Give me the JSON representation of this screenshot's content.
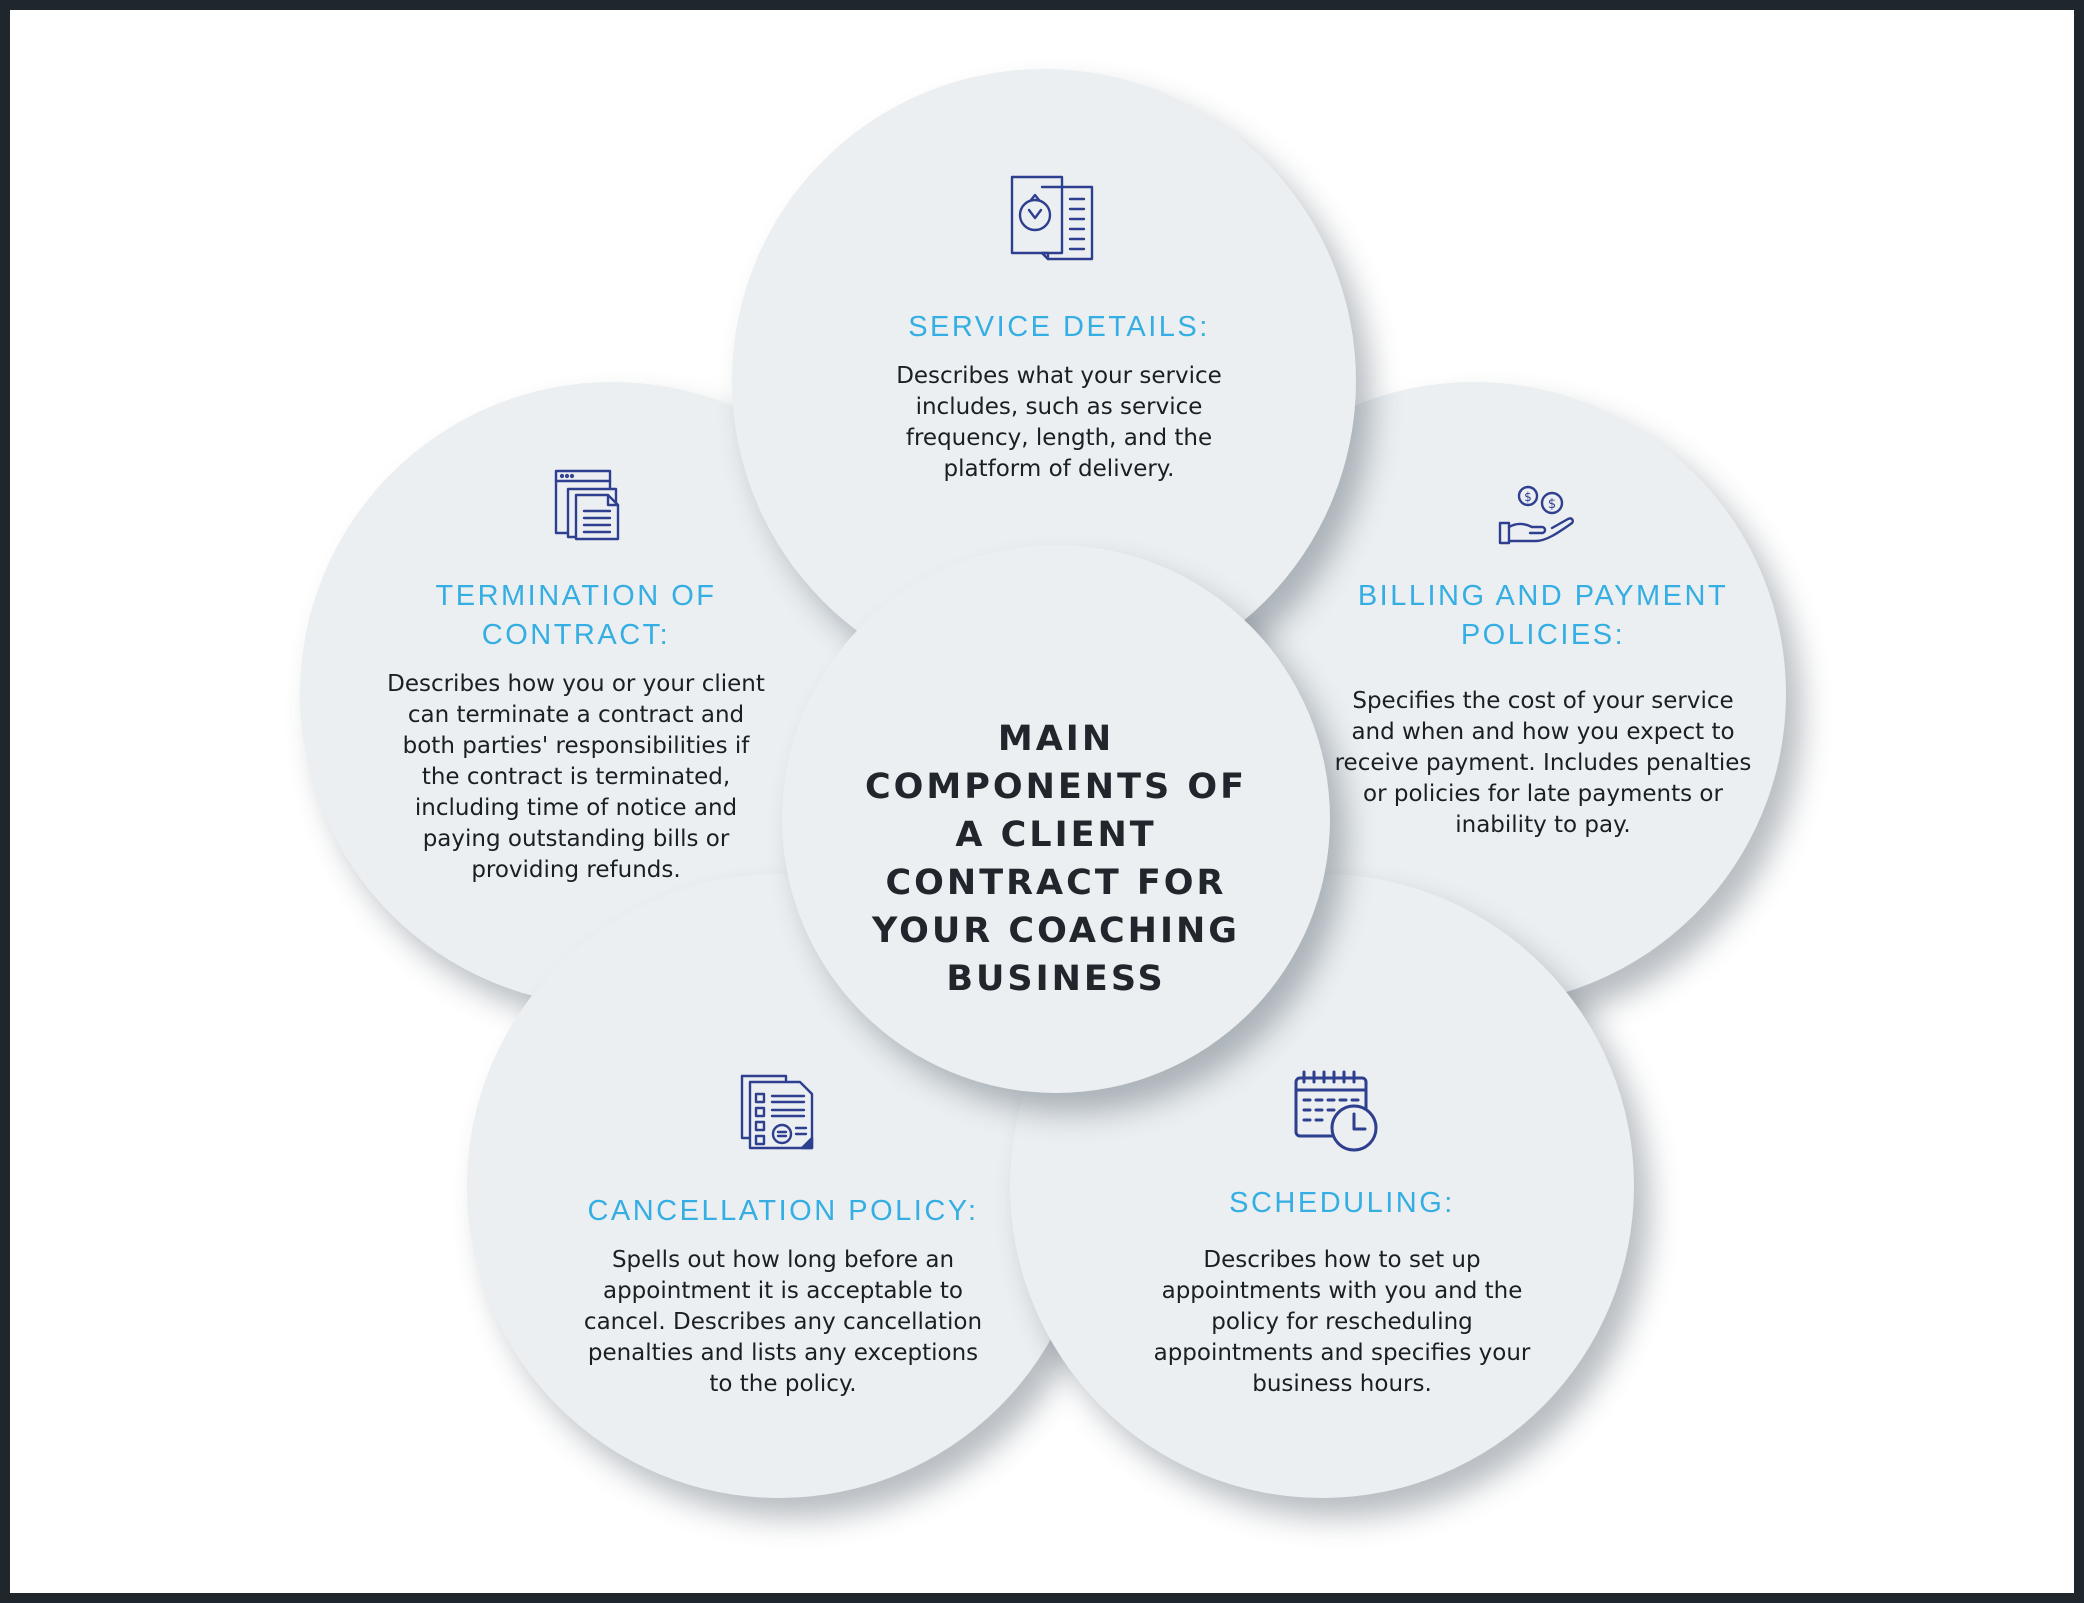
{
  "center": {
    "title": "MAIN COMPONENTS OF A CLIENT CONTRACT FOR YOUR COACHING BUSINESS"
  },
  "components": {
    "service": {
      "icon": "document-with-badge-icon",
      "heading": "SERVICE DETAILS:",
      "description": "Describes what your service includes, such as service frequency, length, and the platform of delivery."
    },
    "termination": {
      "icon": "stacked-documents-icon",
      "heading": "TERMINATION OF CONTRACT:",
      "description": "Describes how you or your client can terminate a contract and both parties' responsibilities if the contract is terminated, including time of notice and paying outstanding bills or providing refunds."
    },
    "billing": {
      "icon": "hand-with-coins-icon",
      "heading": "BILLING AND PAYMENT POLICIES:",
      "description": "Specifies the cost of your service and when and how you expect to receive payment. Includes penalties or policies for late payments or inability to pay."
    },
    "cancellation": {
      "icon": "checklist-document-icon",
      "heading": "CANCELLATION POLICY:",
      "description": "Spells out how long before an appointment it is acceptable to cancel. Describes any cancellation penalties and lists any exceptions to the policy."
    },
    "scheduling": {
      "icon": "calendar-clock-icon",
      "heading": "SCHEDULING:",
      "description": "Describes how to set up appointments with you and the policy for rescheduling appointments and specifies your business hours."
    }
  },
  "colors": {
    "heading": "#35aee3",
    "icon": "#2e3f8f",
    "circle": "#ebeff1",
    "text": "#1b1f24",
    "frame": "#1f262c"
  }
}
